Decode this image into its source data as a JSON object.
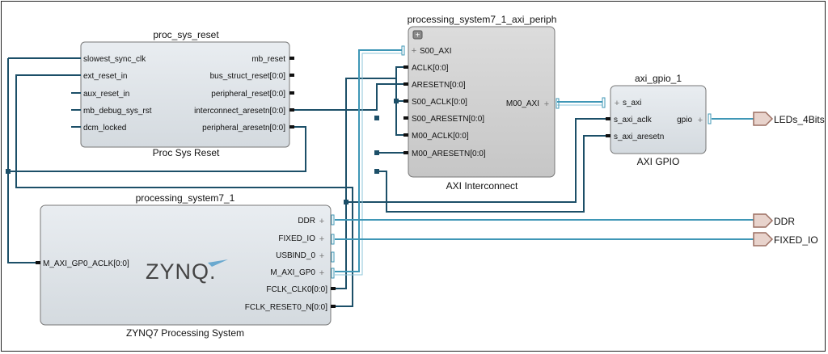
{
  "proc_sys_reset": {
    "instance": "proc_sys_reset",
    "subtitle": "Proc Sys Reset",
    "inputs": [
      "slowest_sync_clk",
      "ext_reset_in",
      "aux_reset_in",
      "mb_debug_sys_rst",
      "dcm_locked"
    ],
    "outputs": [
      "mb_reset",
      "bus_struct_reset[0:0]",
      "peripheral_reset[0:0]",
      "interconnect_aresetn[0:0]",
      "peripheral_aresetn[0:0]"
    ]
  },
  "interconnect": {
    "instance": "processing_system7_1_axi_periph",
    "subtitle": "AXI Interconnect",
    "inputs": [
      "S00_AXI",
      "ACLK[0:0]",
      "ARESETN[0:0]",
      "S00_ACLK[0:0]",
      "S00_ARESETN[0:0]",
      "M00_ACLK[0:0]",
      "M00_ARESETN[0:0]"
    ],
    "output": "M00_AXI"
  },
  "gpio": {
    "instance": "axi_gpio_1",
    "subtitle": "AXI GPIO",
    "inputs": [
      "s_axi",
      "s_axi_aclk",
      "s_axi_aresetn"
    ],
    "output": "gpio"
  },
  "ps7": {
    "instance": "processing_system7_1",
    "subtitle": "ZYNQ7 Processing System",
    "logo": "ZYNQ.",
    "input": "M_AXI_GP0_ACLK[0:0]",
    "outputs": [
      "DDR",
      "FIXED_IO",
      "USBIND_0",
      "M_AXI_GP0",
      "FCLK_CLK0[0:0]",
      "FCLK_RESET0_N[0:0]"
    ]
  },
  "external_ports": [
    "LEDs_4Bits",
    "DDR",
    "FIXED_IO"
  ],
  "colors": {
    "bus": "#3f97b6",
    "net": "#1c4f68",
    "block_fill": "#dde3e9",
    "block_fill_dark": "#cfd4d9",
    "port": "#b5877a"
  }
}
